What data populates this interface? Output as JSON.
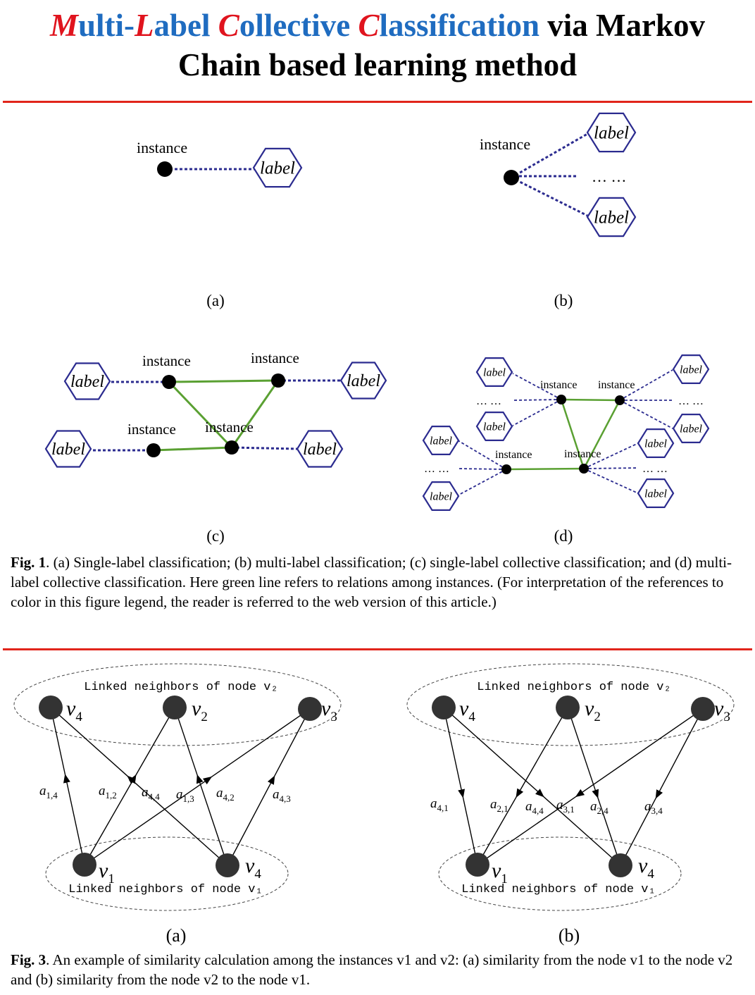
{
  "title": {
    "parts": [
      {
        "text": "M",
        "style": "red"
      },
      {
        "text": "ulti-",
        "style": "blue"
      },
      {
        "text": "L",
        "style": "red"
      },
      {
        "text": "abel ",
        "style": "blue"
      },
      {
        "text": "C",
        "style": "red"
      },
      {
        "text": "ollective ",
        "style": "blue"
      },
      {
        "text": "C",
        "style": "red"
      },
      {
        "text": "lassification",
        "style": "blue"
      },
      {
        "text": " via Markov",
        "style": "black"
      }
    ],
    "line2": "Chain based learning method"
  },
  "colors": {
    "rule": "#e1251b",
    "blue": "#1f6cc0",
    "red": "#e0141e",
    "node_blue": "#2b2b8f",
    "relation_green": "#5aa032"
  },
  "fig1": {
    "terms": {
      "instance": "instance",
      "label": "label",
      "dots": "… …"
    },
    "panels": {
      "a": "(a)",
      "b": "(b)",
      "c": "(c)",
      "d": "(d)"
    },
    "caption_bold": "Fig. 1",
    "caption_text": ". (a) Single-label classification; (b) multi-label classification; (c) single-label collective classification; and (d) multi-label collective classification. Here green line refers to relations among instances. (For interpretation of the references to color in this figure legend, the reader is referred to the web version of this article.)"
  },
  "fig3": {
    "ellipse_top": "Linked neighbors of node v₂",
    "ellipse_bottom": "Linked neighbors of node v₁",
    "nodes": {
      "v4": "v",
      "v4_sub": "4",
      "v2": "v",
      "v2_sub": "2",
      "v3": "v",
      "v3_sub": "3",
      "v1": "v",
      "v1_sub": "1"
    },
    "edges_a": [
      {
        "base": "a",
        "sub": "1,4"
      },
      {
        "base": "a",
        "sub": "1,2"
      },
      {
        "base": "a",
        "sub": "4,4"
      },
      {
        "base": "a",
        "sub": "1,3"
      },
      {
        "base": "a",
        "sub": "4,2"
      },
      {
        "base": "a",
        "sub": "4,3"
      }
    ],
    "edges_b": [
      {
        "base": "a",
        "sub": "4,1"
      },
      {
        "base": "a",
        "sub": "2,1"
      },
      {
        "base": "a",
        "sub": "4,4"
      },
      {
        "base": "a",
        "sub": "3,1"
      },
      {
        "base": "a",
        "sub": "2,4"
      },
      {
        "base": "a",
        "sub": "3,4"
      }
    ],
    "panels": {
      "a": "(a)",
      "b": "(b)"
    },
    "caption_bold": "Fig. 3",
    "caption_text": ". An example of similarity calculation among the instances v1 and v2: (a) similarity from the node v1 to the node v2 and (b) similarity from the node v2 to the node v1."
  }
}
